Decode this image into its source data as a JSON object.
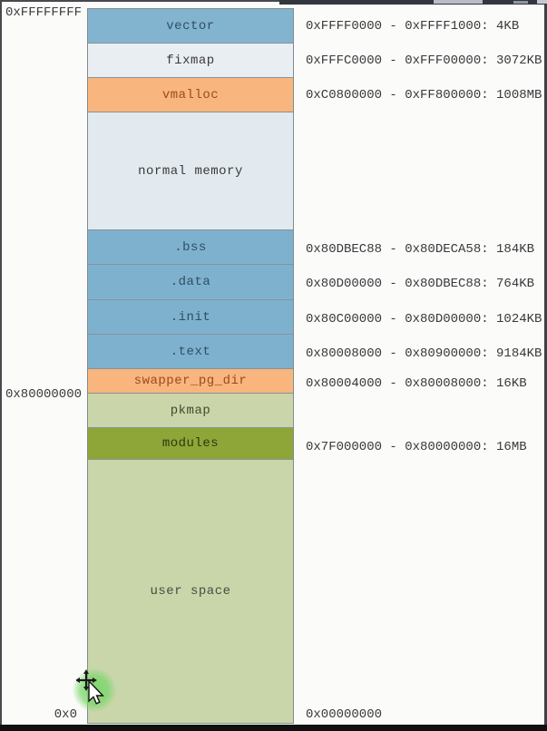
{
  "labels": {
    "top_left": "0xFFFFFFFF",
    "mid_left": "0x80000000",
    "bottom_left": "0x0",
    "bottom_right": "0x00000000"
  },
  "blocks": [
    {
      "label": "vector",
      "annotation": "0xFFFF0000 - 0xFFFF1000: 4KB",
      "fill": "#83b4cf",
      "text_color": "#2f4f66"
    },
    {
      "label": "fixmap",
      "annotation": "0xFFFC0000 - 0xFFF00000: 3072KB",
      "fill": "#e9eef3",
      "text_color": "#3a3a3a"
    },
    {
      "label": "vmalloc",
      "annotation": "0xC0800000 - 0xFF800000: 1008MB",
      "fill": "#f9b57e",
      "text_color": "#9a4a1e"
    },
    {
      "label": "normal memory",
      "annotation": "",
      "fill": "#e3eaef",
      "text_color": "#3a3a3a"
    },
    {
      "label": ".bss",
      "annotation": "0x80DBEC88 - 0x80DECA58: 184KB",
      "fill": "#7eb1ce",
      "text_color": "#2f4f66"
    },
    {
      "label": ".data",
      "annotation": "0x80D00000 - 0x80DBEC88: 764KB",
      "fill": "#7eb1ce",
      "text_color": "#2f4f66"
    },
    {
      "label": ".init",
      "annotation": "0x80C00000 - 0x80D00000: 1024KB",
      "fill": "#7eb1ce",
      "text_color": "#2f4f66"
    },
    {
      "label": ".text",
      "annotation": "0x80008000 - 0x80900000: 9184KB",
      "fill": "#7eb1ce",
      "text_color": "#2f4f66"
    },
    {
      "label": "swapper_pg_dir",
      "annotation": "0x80004000 - 0x80008000: 16KB",
      "fill": "#f9b57e",
      "text_color": "#9a4a1e"
    },
    {
      "label": "pkmap",
      "annotation": "",
      "fill": "#cad6aa",
      "text_color": "#3d4a2b"
    },
    {
      "label": "modules",
      "annotation": "0x7F000000 - 0x80000000: 16MB",
      "fill": "#8ea637",
      "text_color": "#2e3814"
    },
    {
      "label": "user space",
      "annotation": "",
      "fill": "#c9d6a9",
      "text_color": "#4a4a42"
    }
  ],
  "cursor": {
    "icon": "move-cursor-icon",
    "glow_color": "#78d66a"
  }
}
